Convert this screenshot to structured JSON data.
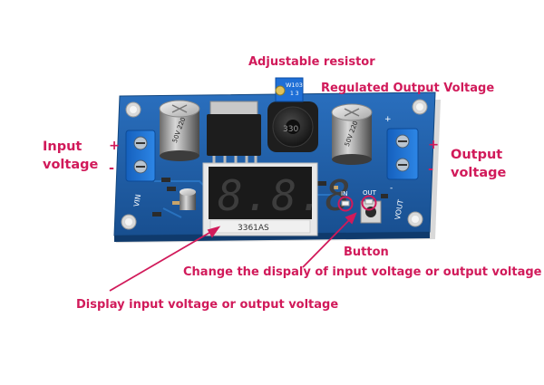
{
  "labels": {
    "adjustable_resistor": "Adjustable resistor",
    "regulated_output": "Regulated Output Voltage",
    "input_voltage_line1": "Input",
    "input_voltage_line2": "voltage",
    "output_voltage_line1": "Output",
    "output_voltage_line2": "voltage",
    "button": "Button",
    "change_display": "Change the dispaly of input voltage or output voltage",
    "display_voltage": "Display input voltage or output voltage",
    "plus": "+",
    "minus": "-"
  },
  "board_text": {
    "pot_code": "W103",
    "pot_sub": "1 3",
    "inductor_code": "330",
    "cap_left_text": "50V 220",
    "cap_right_text": "50V 220",
    "display_digits": "8.8.8",
    "display_part": "3361AS",
    "vin_label": "VIN",
    "vout_label": "VOUT",
    "in_label": "IN",
    "out_label": "OUT",
    "silk_plus": "+",
    "silk_minus": "-"
  },
  "colors": {
    "annotation": "#d11a5a",
    "pcb": "#1f5ea8",
    "terminal": "#1a6fd0"
  }
}
